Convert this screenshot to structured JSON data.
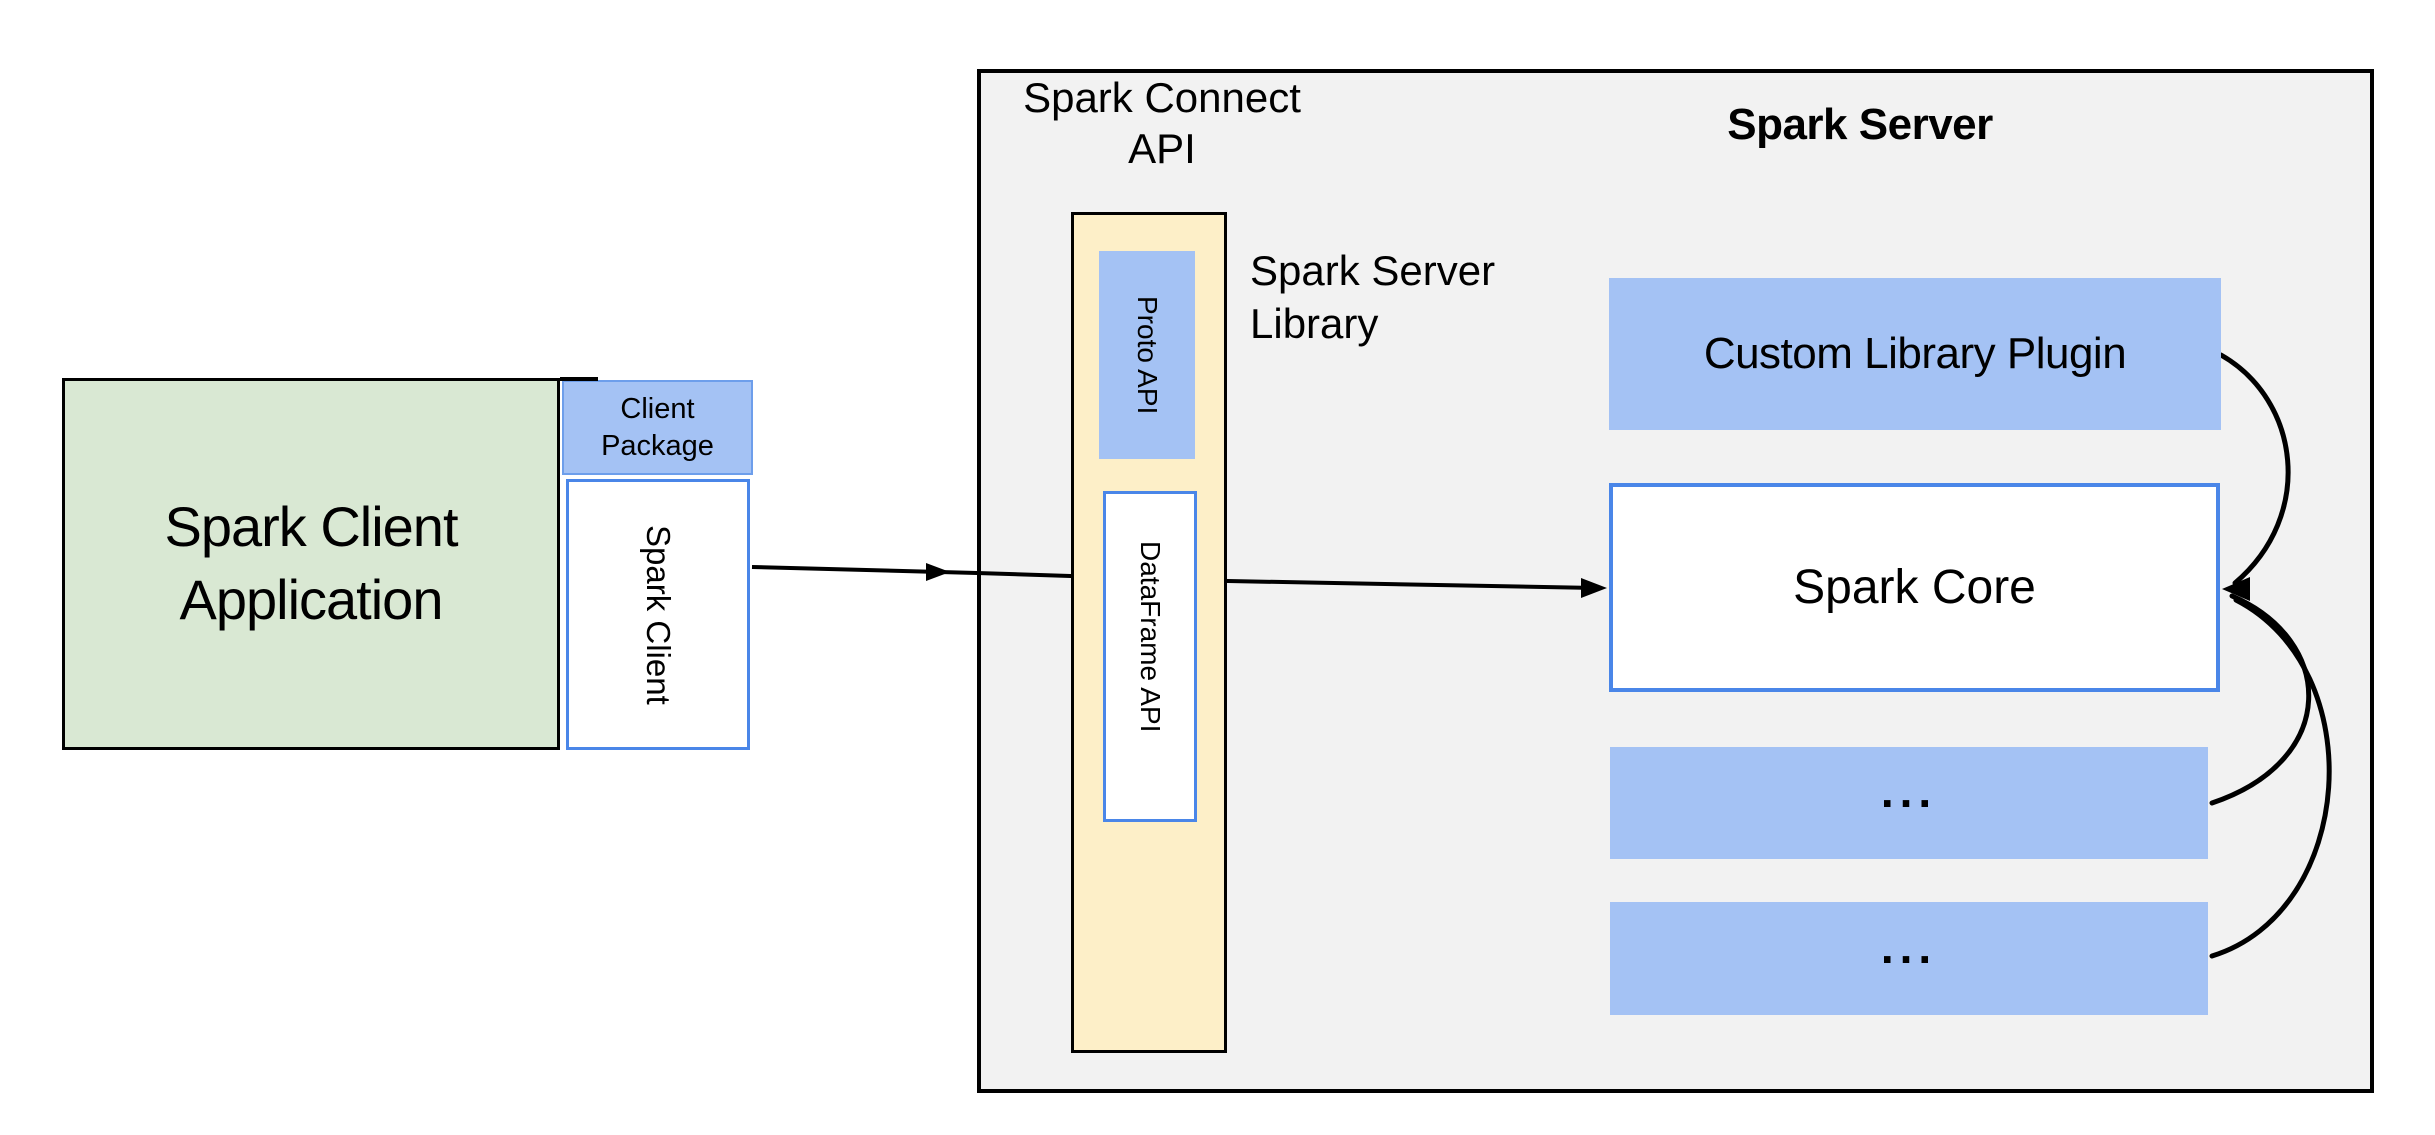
{
  "diagram": {
    "kind": "architecture-diagram",
    "colors": {
      "client_app_fill": "#d9e8d3",
      "accent_blue_fill": "#a4c2f4",
      "yellow_fill": "#fdefc8",
      "server_fill": "#f2f2f2",
      "blue_border": "#4a86e8",
      "line_color": "#000000"
    }
  },
  "client_app": {
    "title_lines": [
      "Spark Client",
      "Application"
    ]
  },
  "client_package": {
    "label_lines": [
      "Client",
      "Package"
    ]
  },
  "spark_client": {
    "label": "Spark Client"
  },
  "connect_api": {
    "label_lines": [
      "Spark Connect",
      "API"
    ]
  },
  "server": {
    "title": "Spark Server",
    "library_label_lines": [
      "Spark Server",
      "Library"
    ]
  },
  "proto_api": {
    "label": "Proto API"
  },
  "dataframe_api": {
    "label": "DataFrame API"
  },
  "custom_plugin": {
    "label": "Custom Library Plugin"
  },
  "spark_core": {
    "label": "Spark Core"
  },
  "more_1": {
    "label": "..."
  },
  "more_2": {
    "label": "..."
  }
}
